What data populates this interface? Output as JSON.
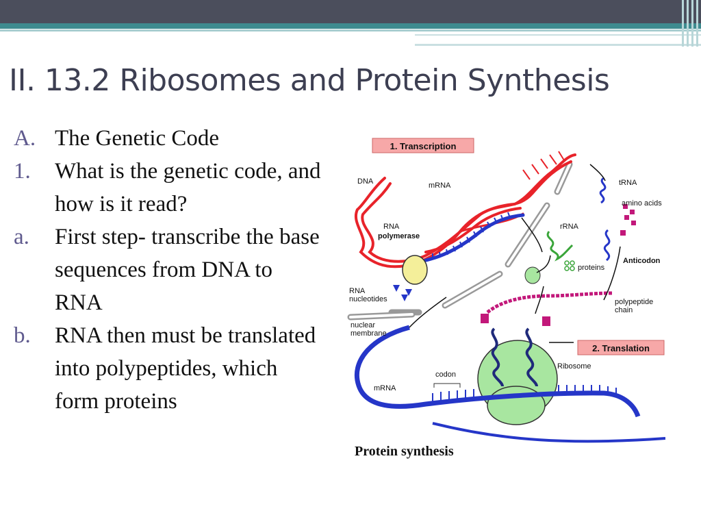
{
  "slide": {
    "title": "II. 13.2 Ribosomes and Protein Synthesis",
    "bullets": [
      {
        "marker": "A.",
        "text": "The Genetic Code"
      },
      {
        "marker": "1.",
        "text": "What is the genetic code, and how is it read?"
      },
      {
        "marker": "a.",
        "text": "First step- transcribe the base sequences from DNA to RNA"
      },
      {
        "marker": "b.",
        "text": "RNA then must be translated into polypeptides, which form proteins"
      }
    ]
  },
  "diagram": {
    "step1_label": "1. Transcription",
    "step2_label": "2. Translation",
    "caption": "Protein synthesis",
    "labels": {
      "dna": "DNA",
      "mrna_top": "mRNA",
      "rna_polymerase_1": "RNA",
      "rna_polymerase_2": "polymerase",
      "rna_nucleotides_1": "RNA",
      "rna_nucleotides_2": "nucleotides",
      "nuclear_membrane_1": "nuclear",
      "nuclear_membrane_2": "membrane",
      "trna": "tRNA",
      "amino_acids": "amino acids",
      "rrna": "rRNA",
      "proteins": "proteins",
      "anticodon": "Anticodon",
      "polypeptide_chain_1": "polypeptide",
      "polypeptide_chain_2": "chain",
      "codon": "codon",
      "mrna_bottom": "mRNA",
      "ribosome": "Ribosome"
    },
    "colors": {
      "dna": "#e8232a",
      "mrna": "#2536c8",
      "green": "#a8e6a0",
      "label_box": "#f7a8a8",
      "magenta": "#c2187a"
    }
  }
}
